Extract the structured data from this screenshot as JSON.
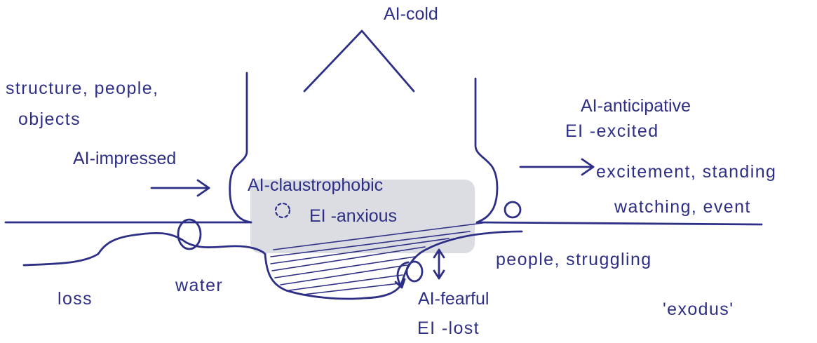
{
  "colors": {
    "ink": "#2d2f86",
    "highlight_zone": "#dcdde2",
    "background": "#ffffff"
  },
  "labels": {
    "ai_cold": "AI-cold",
    "structure_line1": "structure, people,",
    "structure_line2": "objects",
    "ai_impressed": "AI-impressed",
    "ai_claustrophobic": "AI-claustrophobic",
    "ei_anxious": "EI -anxious",
    "ai_anticipative": "AI-anticipative",
    "ei_excited": "EI -excited",
    "excitement_line1": "excitement, standing",
    "excitement_line2": "watching, event",
    "people_struggling": "people, struggling",
    "loss": "loss",
    "water": "water",
    "ai_fearful": "AI-fearful",
    "ei_lost": "EI -lost",
    "exodus": "'exodus'"
  }
}
